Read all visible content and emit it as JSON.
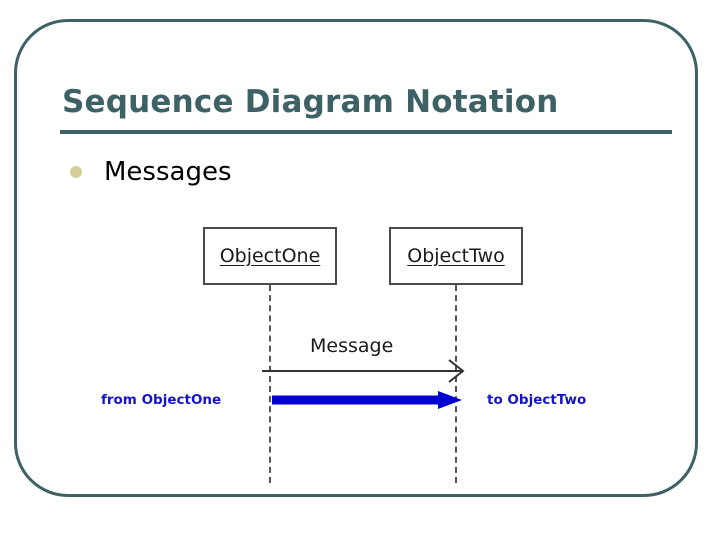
{
  "slide": {
    "title": "Sequence Diagram Notation",
    "frame_color": "#3d6165",
    "title_color": "#3d6165",
    "background": "#ffffff"
  },
  "bullets": [
    {
      "marker": "bullet-dot",
      "marker_color": "#d4d09a",
      "label": "Messages"
    }
  ],
  "diagram": {
    "type": "uml-sequence-diagram",
    "objects": [
      {
        "id": "object-one",
        "label": "ObjectOne"
      },
      {
        "id": "object-two",
        "label": "ObjectTwo"
      }
    ],
    "message": {
      "label": "Message",
      "from": "ObjectOne",
      "to": "ObjectTwo",
      "arrow_style": "open-head-solid-line",
      "arrow_color": "#333333"
    },
    "annotations": {
      "from_label": "from ObjectOne",
      "to_label": "to ObjectTwo",
      "annotation_color": "#1414c8",
      "highlight_arrow_color": "#0000d0"
    },
    "lifeline_style": "dashed",
    "lifeline_color": "#555555"
  }
}
